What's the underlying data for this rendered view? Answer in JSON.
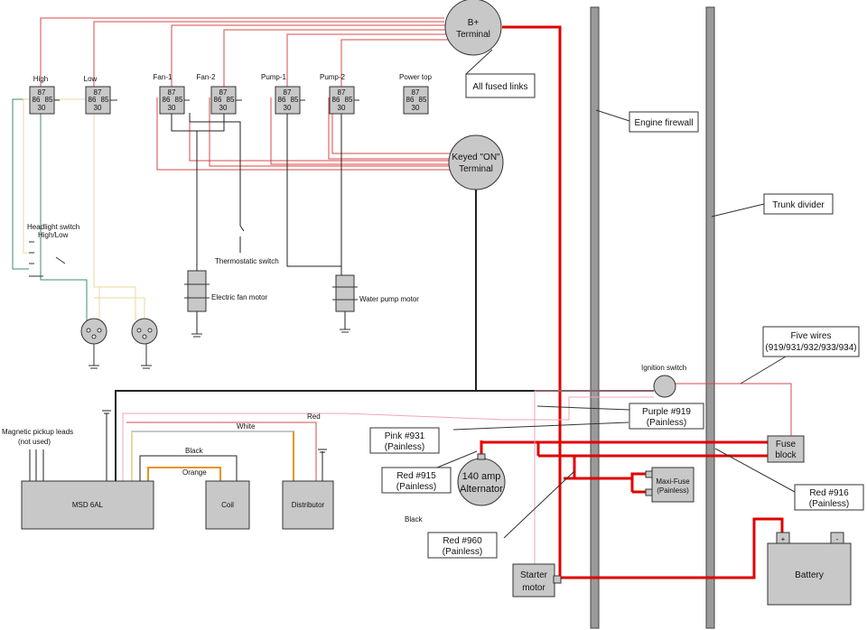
{
  "relays": {
    "high": {
      "label": "High",
      "p87": "87",
      "p86": "86",
      "p85": "85",
      "p30": "30"
    },
    "low": {
      "label": "Low",
      "p87": "87",
      "p86": "86",
      "p85": "85",
      "p30": "30"
    },
    "fan1": {
      "label": "Fan-1",
      "p87": "87",
      "p86": "86",
      "p85": "85",
      "p30": "30"
    },
    "fan2": {
      "label": "Fan-2",
      "p87": "87",
      "p86": "86",
      "p85": "85",
      "p30": "30"
    },
    "pump1": {
      "label": "Pump-1",
      "p87": "87",
      "p86": "86",
      "p85": "85",
      "p30": "30"
    },
    "pump2": {
      "label": "Pump-2",
      "p87": "87",
      "p86": "86",
      "p85": "85",
      "p30": "30"
    },
    "power_top": {
      "label": "Power top",
      "p87": "87",
      "p86": "86",
      "p85": "85",
      "p30": "30"
    }
  },
  "terminals": {
    "bplus": {
      "line1": "B+",
      "line2": "Terminal"
    },
    "keyed": {
      "line1": "Keyed \"ON\"",
      "line2": "Terminal"
    }
  },
  "callouts": {
    "fused_links": "All fused links",
    "firewall": "Engine firewall",
    "trunk": "Trunk divider",
    "five_wires": {
      "line1": "Five wires",
      "line2": "(919/931/932/933/934)"
    },
    "purple": {
      "line1": "Purple #919",
      "line2": "(Painless)"
    },
    "pink": {
      "line1": "Pink #931",
      "line2": "(Painless)"
    },
    "red915": {
      "line1": "Red #915",
      "line2": "(Painless)"
    },
    "red916": {
      "line1": "Red #916",
      "line2": "(Painless)"
    },
    "red960": {
      "line1": "Red #960",
      "line2": "(Painless)"
    }
  },
  "labels": {
    "headlight_switch": {
      "line1": "Headlight switch",
      "line2": "High/Low"
    },
    "thermostatic": "Thermostatic switch",
    "fan_motor": "Electric fan motor",
    "pump_motor": "Water pump motor",
    "magnetic": {
      "line1": "Magnetic pickup leads",
      "line2": "(not used)"
    },
    "ignition_switch": "Ignition switch",
    "wire_white": "White",
    "wire_red": "Red",
    "wire_black": "Black",
    "wire_orange": "Orange",
    "black_loose": "Black"
  },
  "components": {
    "msd": "MSD 6AL",
    "coil": "Coil",
    "distributor": "Distributor",
    "alternator": {
      "line1": "140 amp",
      "line2": "Alternator"
    },
    "starter": {
      "line1": "Starter",
      "line2": "motor"
    },
    "maxi_fuse": {
      "line1": "Maxi-Fuse",
      "line2": "(Painless)"
    },
    "fuse_block": {
      "line1": "Fuse",
      "line2": "block"
    },
    "battery": "Battery",
    "battery_plus": "+",
    "battery_minus": "-"
  },
  "colors": {
    "red_wire": "#e00000",
    "thin_red": "#d94a4a",
    "pink_wire": "#f0a6b8",
    "green_wire": "#3c8f6a",
    "yellow_wire": "#e8d8a0",
    "white_wire": "#c8c8c8",
    "orange_wire": "#e8941a",
    "component_fill": "#c8c8c8",
    "post_fill": "#9a9a9a"
  }
}
